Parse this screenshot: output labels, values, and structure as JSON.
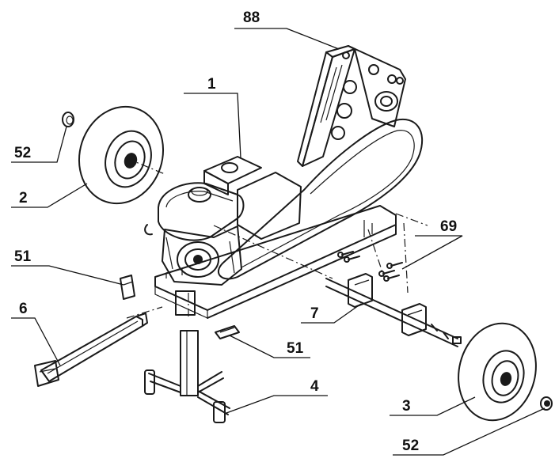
{
  "labels": {
    "l88": "88",
    "l1": "1",
    "l52a": "52",
    "l2": "2",
    "l51a": "51",
    "l6": "6",
    "l69": "69",
    "l7": "7",
    "l51b": "51",
    "l4": "4",
    "l3": "3",
    "l52b": "52"
  },
  "icons": {
    "engine": "engine-icon",
    "wheel": "tire-icon",
    "frame": "frame-icon",
    "stand": "stand-icon",
    "handle": "handle-icon"
  }
}
